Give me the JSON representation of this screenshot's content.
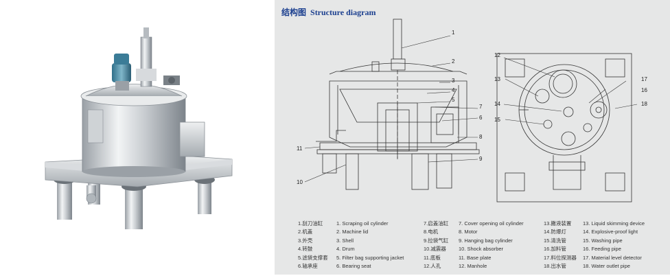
{
  "title": {
    "cn": "结构图",
    "en": "Structure diagram"
  },
  "legend": {
    "col1_cn": [
      "1.刮刀油缸",
      "2.机盖",
      "3.外壳",
      "4.转鼓",
      "5.滤袋支撑套",
      "6.轴承座"
    ],
    "col1_en": [
      "1. Scraping oil cylinder",
      "2. Machine lid",
      "3. Shell",
      "4. Drum",
      "5. Filter bag supporting jacket",
      "6. Bearing seat"
    ],
    "col2_cn": [
      "7.启盖油缸",
      "8.电机",
      "9.拉袋气缸",
      "10.减震器",
      "11.底板",
      "12.人孔"
    ],
    "col2_en": [
      "7. Cover opening oil cylinder",
      "8. Motor",
      "9. Hanging bag cylinder",
      "10. Shock absorber",
      "11. Base plate",
      "12. Manhole"
    ],
    "col3_cn": [
      "13.撇液装置",
      "14.防爆灯",
      "15.清洗管",
      "16.加料管",
      "17.料位探测器",
      "18.出水管"
    ],
    "col3_en": [
      "13. Liquid skimming device",
      "14. Explosive-proof light",
      "15. Washing pipe",
      "16. Feeding pipe",
      "17. Material level detector",
      "18. Water outlet pipe"
    ]
  },
  "callouts": {
    "n1": "1",
    "n2": "2",
    "n3": "3",
    "n4": "4",
    "n5": "5",
    "n6": "6",
    "n7": "7",
    "n8": "8",
    "n9": "9",
    "n10": "10",
    "n11": "11",
    "n12": "12",
    "n13": "13",
    "n14": "14",
    "n15": "15",
    "n16": "16",
    "n17": "17",
    "n18": "18"
  },
  "colors": {
    "title": "#1b3f8f",
    "panel": "#e6e7e7",
    "line": "#333333"
  }
}
